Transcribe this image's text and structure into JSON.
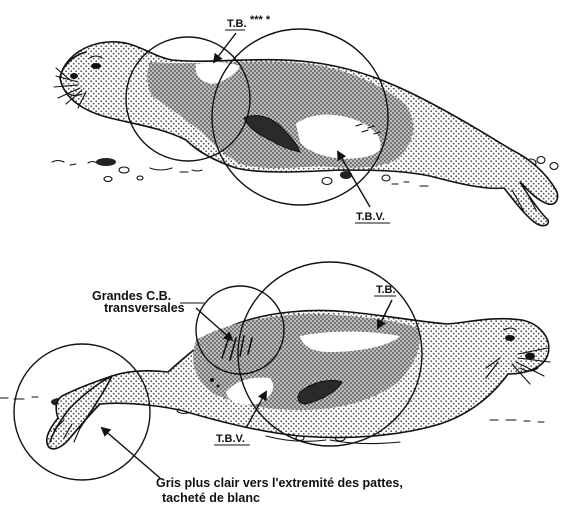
{
  "labels": {
    "top_tb": "T.B.",
    "top_tb_marks": "*** *",
    "top_tbv": "T.B.V.",
    "bottom_grandes_line1": "Grandes C.B.",
    "bottom_grandes_line2": "transversales",
    "bottom_tb": "T.B.",
    "bottom_tbv": "T.B.V.",
    "bottom_caption_line1": "Gris plus clair vers l'extremité des pattes,",
    "bottom_caption_line2": "tacheté de blanc"
  }
}
